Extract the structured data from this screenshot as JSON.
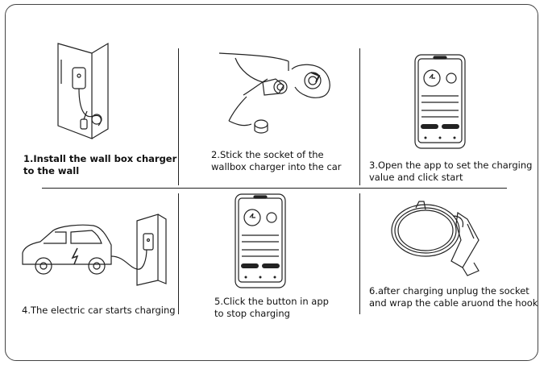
{
  "steps": [
    {
      "num": 1,
      "caption": "1.Install the wall box charger\n to the wall"
    },
    {
      "num": 2,
      "caption": "2.Stick the socket of the\nwallbox charger into the car"
    },
    {
      "num": 3,
      "caption": "3.Open the app to set the charging\nvalue and click start"
    },
    {
      "num": 4,
      "caption": "4.The electric car starts charging"
    },
    {
      "num": 5,
      "caption": "5.Click the button in app\nto stop charging"
    },
    {
      "num": 6,
      "caption": "6.after charging unplug the socket\nand wrap the cable aruond the hook"
    }
  ]
}
